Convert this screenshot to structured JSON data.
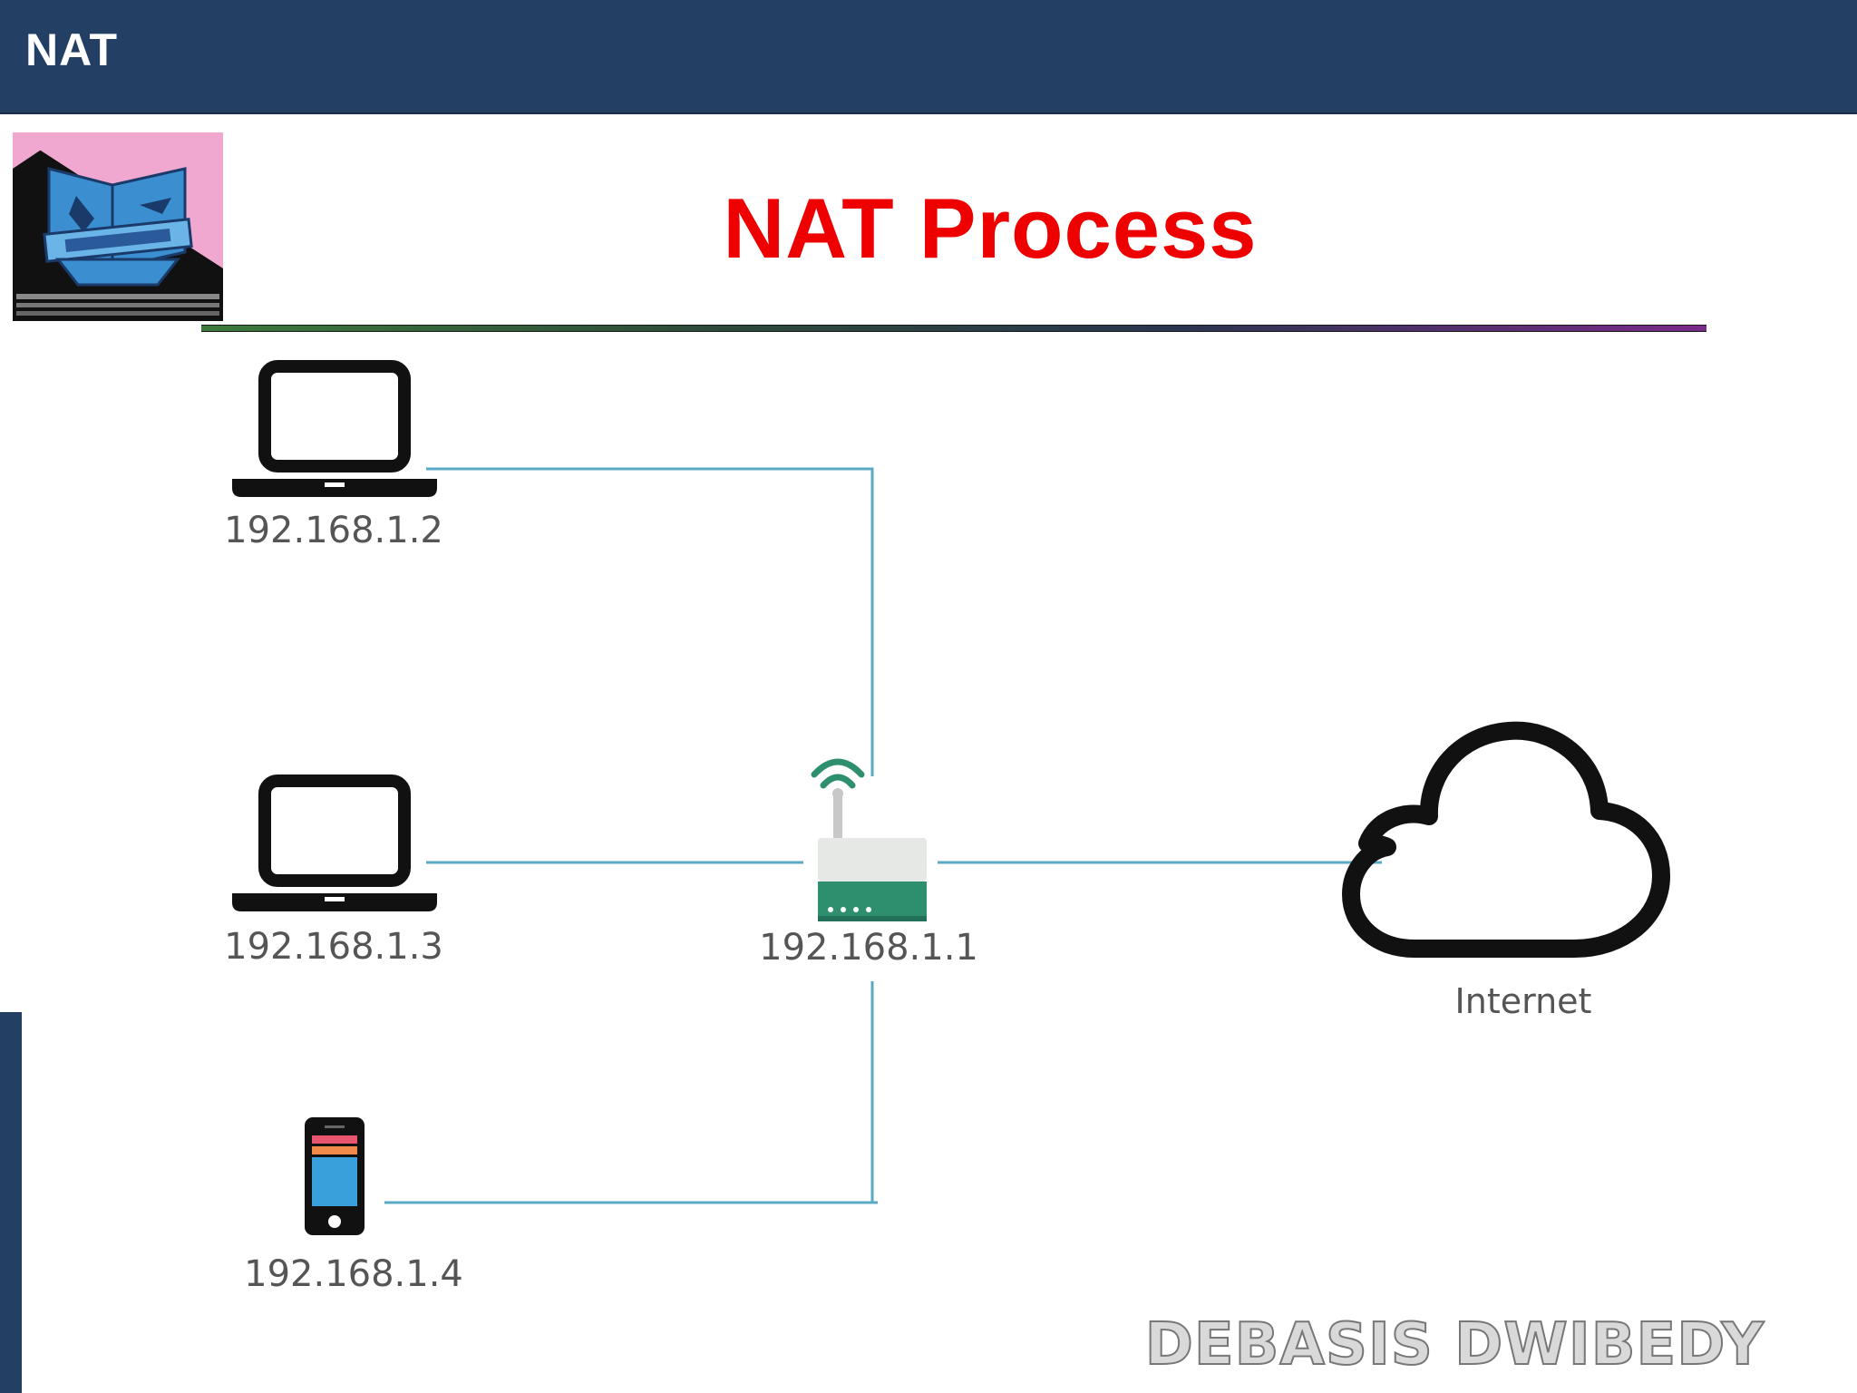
{
  "header": {
    "title": "NAT"
  },
  "slide": {
    "title": "NAT Process",
    "watermark": "DEBASIS DWIBEDY"
  },
  "diagram": {
    "nodes": [
      {
        "id": "laptop-1",
        "icon": "laptop-icon",
        "label": "192.168.1.2"
      },
      {
        "id": "laptop-2",
        "icon": "laptop-icon",
        "label": "192.168.1.3"
      },
      {
        "id": "phone",
        "icon": "smartphone-icon",
        "label": "192.168.1.4"
      },
      {
        "id": "router",
        "icon": "wifi-router-icon",
        "label": "192.168.1.1"
      },
      {
        "id": "internet",
        "icon": "cloud-icon",
        "label": "Internet"
      }
    ]
  },
  "colors": {
    "header_bg": "#233f63",
    "title_red": "#ee0000",
    "link_line": "#5aaac4",
    "router_green": "#2e8f6e",
    "label_gray": "#555555"
  }
}
